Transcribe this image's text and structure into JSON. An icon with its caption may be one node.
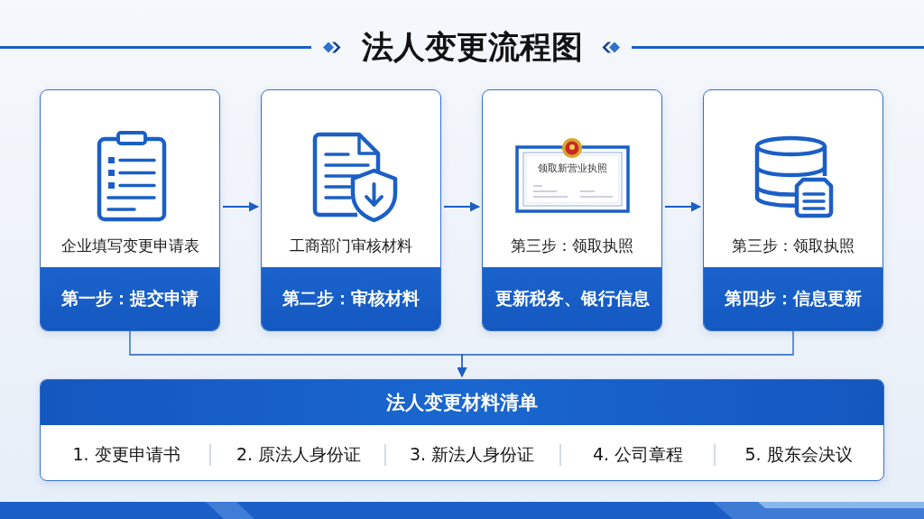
{
  "diagram": {
    "title": "法人变更流程图",
    "nodes": [
      {
        "text": [
          "企业填写变更申请表",
          "第一步：提交申请"
        ]
      },
      {
        "text": [
          "工商部门审核材料",
          "第二步：审核材料"
        ]
      },
      {
        "text": [
          "第三步：领取执照",
          "更新税务、银行信息"
        ]
      },
      {
        "text": [
          "第三步：领取执照",
          "第四步：信息更新"
        ]
      },
      {
        "text": [
          "法人变更材料清单"
        ]
      }
    ],
    "edges": [
      {
        "from": 0,
        "to": 1,
        "arrow": "to"
      },
      {
        "from": 1,
        "to": 2,
        "arrow": "to"
      },
      {
        "from": 2,
        "to": 3,
        "arrow": "to"
      },
      {
        "from": 0,
        "to": 4,
        "arrow": "to"
      },
      {
        "from": 3,
        "to": 4,
        "arrow": "to"
      }
    ],
    "labels": [
      "领取新营业执照",
      "1. 变更申请书",
      "2. 原法人身份证",
      "3. 新法人身份证",
      "4. 公司章程",
      "5. 股东会决议"
    ]
  }
}
